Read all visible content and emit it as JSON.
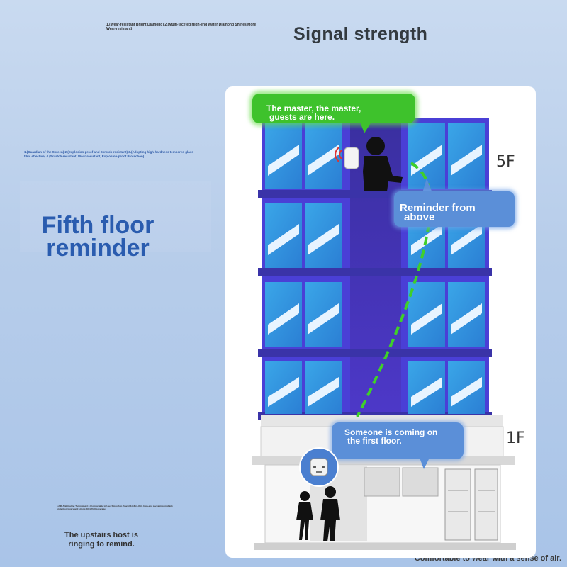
{
  "texts": {
    "tiny_top": "1.(Wear-resistant Bright Diamond) 2.(Multi-faceted High-end Water Diamond Shines More Wear-resistant)",
    "tiny_left": "1.(Guardian of the Screen) 2.(Explosion-proof and Scratch-resistant) 3.(Adopting high-hardness tempered glass film, effective) 4.(Scratch-resistant, Wear-resistant, Explosion-proof Protection)",
    "tiny_bottom": "1.(HD Anti-fouling Technology) 2.(Comfortable to Use, Smooth to Touch) 3.(Ultra-thin, high-end packaging, multiple protection layers and strong fit) 4.(Full coverage)",
    "signal_title": "Signal strength",
    "headline_line1": "Fifth floor",
    "headline_line2": "reminder",
    "host_caption_line1": "The upstairs host is",
    "host_caption_line2": "ringing to remind.",
    "footer_caption": "Comfortable to wear with a sense of air.",
    "bubble_master_line1": "The master, the master,",
    "bubble_master_line2": "guests are here.",
    "bubble_above_line1": "Reminder from",
    "bubble_above_line2": "above",
    "bubble_first_line1": "Someone is coming on",
    "bubble_first_line2": "the first floor.",
    "floor_5": "5F",
    "floor_1": "1F"
  },
  "colors": {
    "headline": "#2a5caf",
    "building": "#4a3fd6",
    "signal_dashes": "#3fcf2a",
    "bubble_green": "#3ec22c",
    "bubble_blue": "#5b8fd8"
  },
  "icons": {
    "device": "doorbell-receiver-icon",
    "signal": "wireless-signal-icon"
  }
}
